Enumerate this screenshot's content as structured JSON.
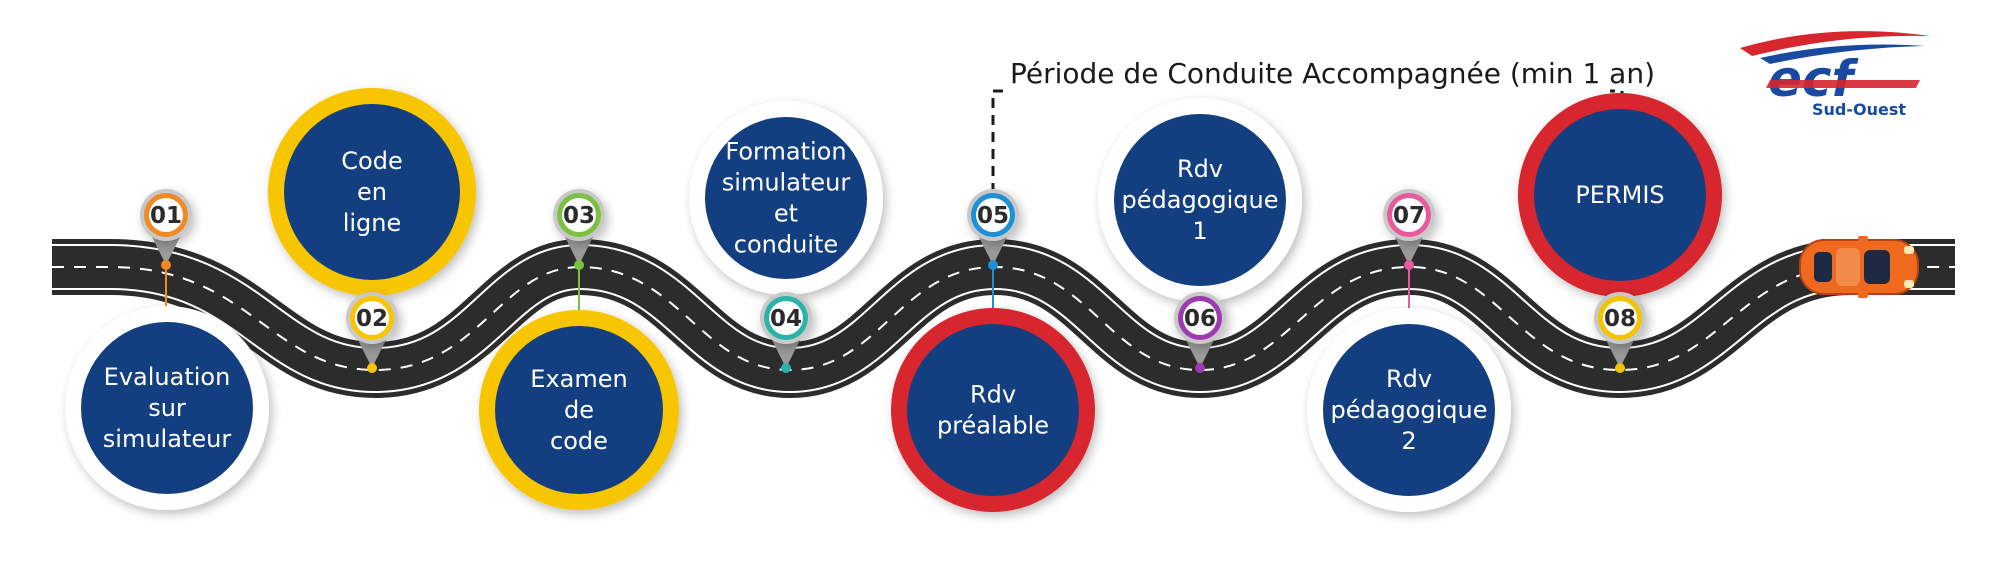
{
  "period": {
    "label": "Période de Conduite Accompagnée (min 1 an)"
  },
  "logo": {
    "brand": "ecf",
    "region": "Sud-Ouest"
  },
  "steps": [
    {
      "number": "01",
      "lines": [
        "Evaluation",
        "sur",
        "simulateur"
      ],
      "pin_color": "#f08a24",
      "ring_color": "#ffffff",
      "position": "below"
    },
    {
      "number": "02",
      "lines": [
        "Code",
        "en",
        "ligne"
      ],
      "pin_color": "#f7c600",
      "ring_color": "#f7c600",
      "position": "above"
    },
    {
      "number": "03",
      "lines": [
        "Examen",
        "de",
        "code"
      ],
      "pin_color": "#7cc242",
      "ring_color": "#f7c600",
      "position": "below"
    },
    {
      "number": "04",
      "lines": [
        "Formation",
        "simulateur",
        "et",
        "conduite"
      ],
      "pin_color": "#2bb3a8",
      "ring_color": "#ffffff",
      "position": "above"
    },
    {
      "number": "05",
      "lines": [
        "Rdv",
        "préalable"
      ],
      "pin_color": "#1e90d6",
      "ring_color": "#d7262e",
      "position": "below"
    },
    {
      "number": "06",
      "lines": [
        "Rdv",
        "pédagogique",
        "1"
      ],
      "pin_color": "#9b3bb0",
      "ring_color": "#ffffff",
      "position": "above"
    },
    {
      "number": "07",
      "lines": [
        "Rdv",
        "pédagogique",
        "2"
      ],
      "pin_color": "#e85a9b",
      "ring_color": "#ffffff",
      "position": "below"
    },
    {
      "number": "08",
      "lines": [
        "PERMIS"
      ],
      "pin_color": "#f2c400",
      "ring_color": "#d7262e",
      "position": "above"
    }
  ],
  "colors": {
    "circle_fill": "#133f80",
    "road": "#2c2c2c",
    "accent_red": "#d7262e",
    "car": "#ef6a1f"
  },
  "icons": {
    "car": "car-icon",
    "pin": "map-pin-icon",
    "logo": "ecf-logo"
  }
}
